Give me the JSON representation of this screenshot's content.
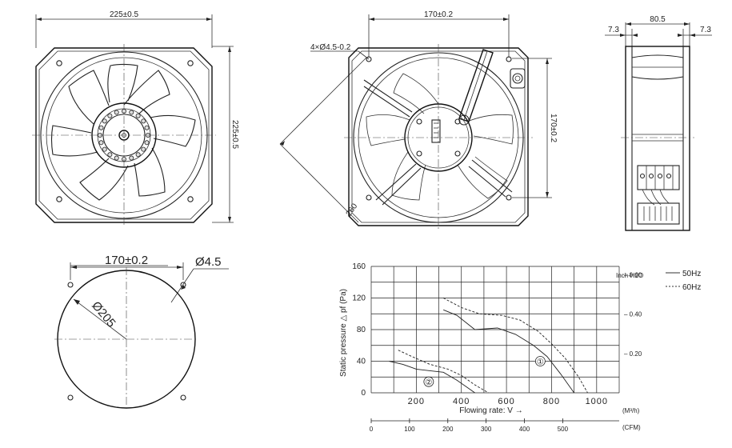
{
  "front_view": {
    "width_label": "225±0.5",
    "height_label": "225±0.5"
  },
  "rear_view": {
    "spacing_h_label": "170±0.2",
    "spacing_v_label": "170±0.2",
    "hole_label": "4×Ø4.5-0.2",
    "diag_label": "260"
  },
  "side_view": {
    "depth_label": "80.5",
    "left_offset_label": "7.3",
    "right_offset_label": "7.3"
  },
  "mount_pattern": {
    "spacing_label": "170±0.2",
    "hole_label": "Ø4.5",
    "circle_label": "Ø205"
  },
  "chart_data": {
    "type": "line",
    "ylabel": "Static pressure △ pf (Pa)",
    "xlabel": "Flowing rate: V →",
    "x_unit_primary": "(M³/h)",
    "x_unit_secondary": "(CFM)",
    "secondary_y_label": "Inch-H2O",
    "ylim": [
      0,
      160
    ],
    "xlim": [
      0,
      1100
    ],
    "y_ticks": [
      0,
      40,
      80,
      120,
      160
    ],
    "x_ticks_primary": [
      200,
      400,
      600,
      800,
      1000
    ],
    "x_ticks_cfm": [
      0,
      100,
      200,
      300,
      400,
      500
    ],
    "inch_ticks": [
      0.2,
      0.4,
      0.6
    ],
    "inch_tick_labels": [
      "0.20",
      "0.40",
      "0.60"
    ],
    "curve_markers": [
      "①",
      "②"
    ],
    "legend": [
      {
        "name": "50Hz",
        "style": "solid"
      },
      {
        "name": "60Hz",
        "style": "dotted"
      }
    ],
    "series": [
      {
        "name": "① 50Hz",
        "style": "solid",
        "x": [
          320,
          380,
          460,
          560,
          640,
          720,
          780,
          840,
          900
        ],
        "y": [
          105,
          98,
          80,
          82,
          74,
          60,
          46,
          24,
          0
        ]
      },
      {
        "name": "① 60Hz",
        "style": "dotted",
        "x": [
          320,
          400,
          480,
          580,
          660,
          740,
          800,
          860,
          920,
          960
        ],
        "y": [
          120,
          108,
          100,
          98,
          92,
          78,
          62,
          44,
          20,
          0
        ]
      },
      {
        "name": "② 50Hz",
        "style": "solid",
        "x": [
          80,
          140,
          200,
          260,
          320,
          380,
          420,
          460
        ],
        "y": [
          40,
          36,
          30,
          28,
          26,
          16,
          8,
          0
        ]
      },
      {
        "name": "② 60Hz",
        "style": "dotted",
        "x": [
          120,
          180,
          260,
          340,
          400,
          460,
          520
        ],
        "y": [
          54,
          46,
          36,
          30,
          22,
          10,
          0
        ]
      }
    ]
  }
}
